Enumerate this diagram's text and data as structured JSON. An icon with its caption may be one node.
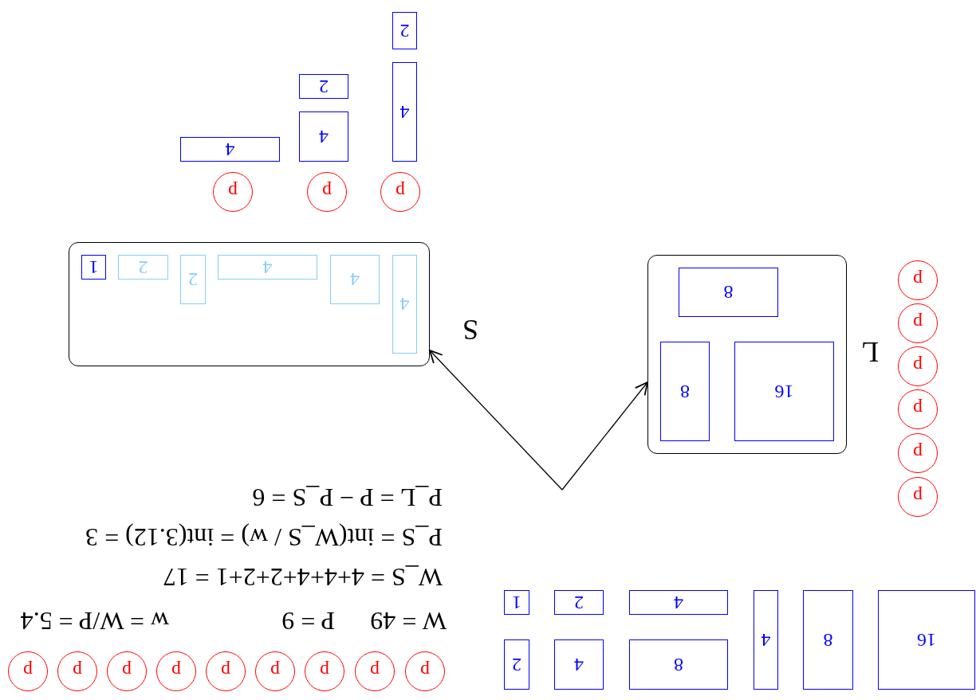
{
  "diagram": {
    "nodes": [
      {
        "text": [
          "p"
        ]
      },
      {
        "text": [
          "p"
        ]
      },
      {
        "text": [
          "p"
        ]
      },
      {
        "text": [
          "p"
        ]
      },
      {
        "text": [
          "p"
        ]
      },
      {
        "text": [
          "p"
        ]
      },
      {
        "text": [
          "p"
        ]
      },
      {
        "text": [
          "p"
        ]
      },
      {
        "text": [
          "p"
        ]
      },
      {
        "text": [
          "16"
        ]
      },
      {
        "text": [
          "8"
        ]
      },
      {
        "text": [
          "4"
        ]
      },
      {
        "text": [
          "4"
        ]
      },
      {
        "text": [
          "8"
        ]
      },
      {
        "text": [
          "2"
        ]
      },
      {
        "text": [
          "4"
        ]
      },
      {
        "text": [
          "1"
        ]
      },
      {
        "text": [
          "2"
        ]
      },
      {
        "text": [],
        "shape": "box",
        "beside": [
          "L"
        ]
      },
      {
        "text": [
          "8"
        ],
        "in": 18
      },
      {
        "text": [
          "8"
        ],
        "in": 18
      },
      {
        "text": [
          "16"
        ],
        "in": 18
      },
      {
        "text": [
          "p"
        ]
      },
      {
        "text": [
          "p"
        ]
      },
      {
        "text": [
          "p"
        ]
      },
      {
        "text": [
          "p"
        ]
      },
      {
        "text": [
          "p"
        ]
      },
      {
        "text": [
          "p"
        ]
      },
      {
        "text": [],
        "shape": "box",
        "beside": [
          "S"
        ]
      },
      {
        "text": [
          "4"
        ],
        "in": 28
      },
      {
        "text": [
          "4"
        ],
        "in": 28
      },
      {
        "text": [
          "4"
        ],
        "in": 28
      },
      {
        "text": [
          "2"
        ],
        "in": 28
      },
      {
        "text": [
          "2"
        ],
        "in": 28
      },
      {
        "text": [
          "1"
        ],
        "in": 28
      },
      {
        "text": [
          "p"
        ]
      },
      {
        "text": [
          "p"
        ]
      },
      {
        "text": [
          "p"
        ]
      },
      {
        "text": [
          "4"
        ]
      },
      {
        "text": [
          "4"
        ]
      },
      {
        "text": [
          "2"
        ]
      },
      {
        "text": [
          "4"
        ]
      },
      {
        "text": [
          "2"
        ]
      }
    ],
    "edges": [
      {
        "from": null,
        "to": 28,
        "arrow": "to"
      },
      {
        "from": null,
        "to": 18,
        "arrow": "to"
      }
    ],
    "labels": [
      "W = 49",
      "P = 9",
      "w = W/P = 5.4",
      "W_S = 4+4+4+2+2+1 = 17",
      "P_S = int(W_S / w) = int(3.12) = 3",
      "P_L = P − P_S = 6"
    ]
  }
}
